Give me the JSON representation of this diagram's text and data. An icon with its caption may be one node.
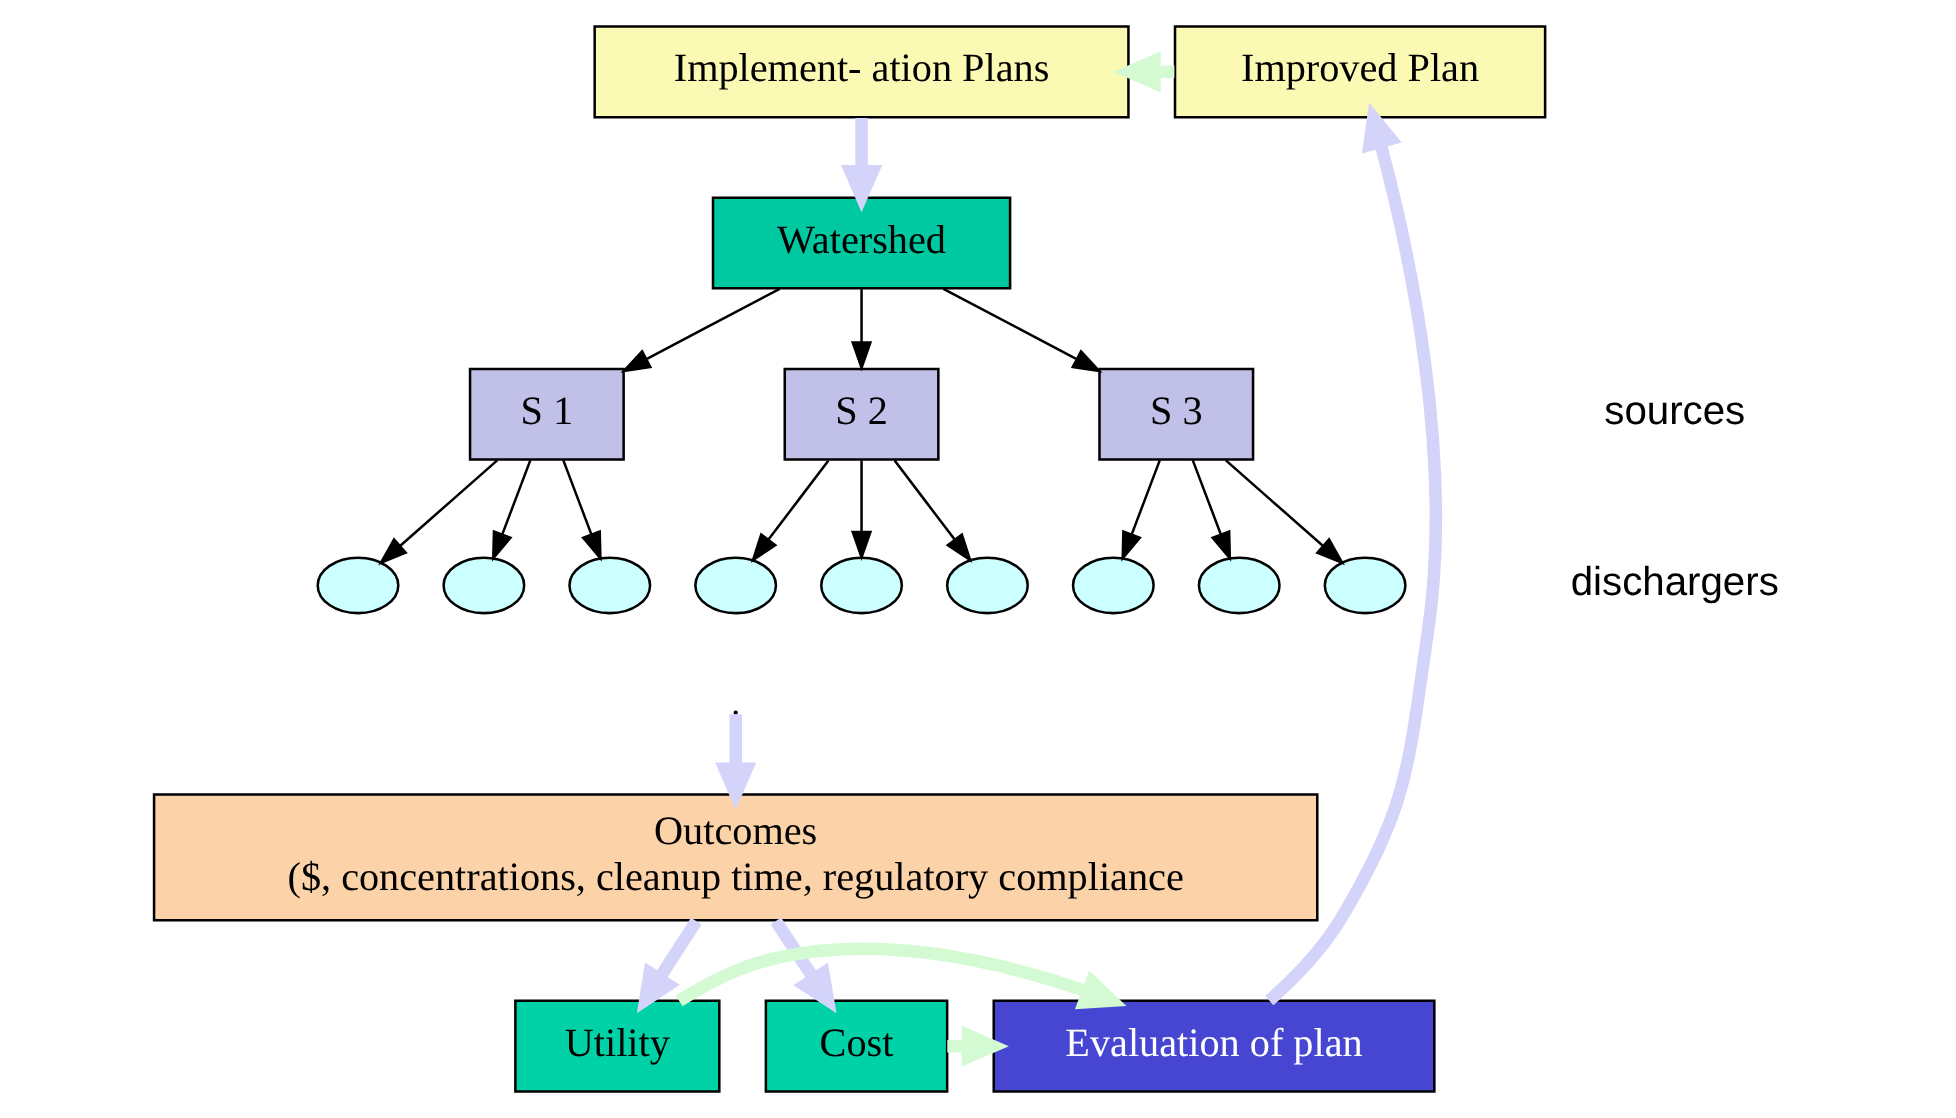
{
  "diagram": {
    "nodes": [
      {
        "text": [
          "Implement- ation Plans"
        ]
      },
      {
        "text": [
          "Watershed"
        ]
      },
      {
        "text": [
          "S 1"
        ]
      },
      {
        "text": [
          "S 2"
        ]
      },
      {
        "text": [
          "S 3"
        ]
      },
      {
        "text": [],
        "shape": "circle"
      },
      {
        "text": [],
        "shape": "circle"
      },
      {
        "text": [],
        "shape": "circle"
      },
      {
        "text": [],
        "shape": "circle"
      },
      {
        "text": [],
        "shape": "circle"
      },
      {
        "text": [],
        "shape": "circle"
      },
      {
        "text": [],
        "shape": "circle"
      },
      {
        "text": [],
        "shape": "circle"
      },
      {
        "text": [],
        "shape": "circle"
      },
      {
        "text": [
          "Outcomes",
          "($, concentrations, cleanup time, regulatory compliance"
        ]
      },
      {
        "text": [
          "Utility"
        ]
      },
      {
        "text": [
          "Cost"
        ]
      },
      {
        "text": [
          "Evaluation of plan"
        ]
      },
      {
        "text": [
          "Improved Plan"
        ]
      }
    ],
    "edges": [
      {
        "from": 0,
        "to": 1,
        "arrow": "to",
        "style": "thick",
        "color": "#d4d4fa"
      },
      {
        "from": 1,
        "to": 2,
        "arrow": "to"
      },
      {
        "from": 1,
        "to": 3,
        "arrow": "to"
      },
      {
        "from": 1,
        "to": 4,
        "arrow": "to"
      },
      {
        "from": 2,
        "to": 5,
        "arrow": "to"
      },
      {
        "from": 2,
        "to": 6,
        "arrow": "to"
      },
      {
        "from": 2,
        "to": 7,
        "arrow": "to"
      },
      {
        "from": 3,
        "to": 8,
        "arrow": "to"
      },
      {
        "from": 3,
        "to": 9,
        "arrow": "to"
      },
      {
        "from": 3,
        "to": 10,
        "arrow": "to"
      },
      {
        "from": 4,
        "to": 11,
        "arrow": "to"
      },
      {
        "from": 4,
        "to": 12,
        "arrow": "to"
      },
      {
        "from": 4,
        "to": 13,
        "arrow": "to"
      },
      {
        "from": null,
        "to": 14,
        "arrow": "to",
        "style": "thick",
        "color": "#d4d4fa"
      },
      {
        "from": 14,
        "to": 15,
        "arrow": "to",
        "style": "thick",
        "color": "#d4d4fa"
      },
      {
        "from": 14,
        "to": 16,
        "arrow": "to",
        "style": "thick",
        "color": "#d4d4fa"
      },
      {
        "from": 15,
        "to": 17,
        "arrow": "to",
        "style": "thick",
        "color": "#d4fad4"
      },
      {
        "from": 16,
        "to": 17,
        "arrow": "to",
        "style": "thick",
        "color": "#d4fad4"
      },
      {
        "from": 17,
        "to": 18,
        "arrow": "to",
        "style": "thick",
        "color": "#d4d4fa"
      },
      {
        "from": 18,
        "to": 0,
        "arrow": "to",
        "style": "thick",
        "color": "#d4fad4"
      }
    ],
    "labels": [
      "sources",
      "dischargers"
    ]
  }
}
